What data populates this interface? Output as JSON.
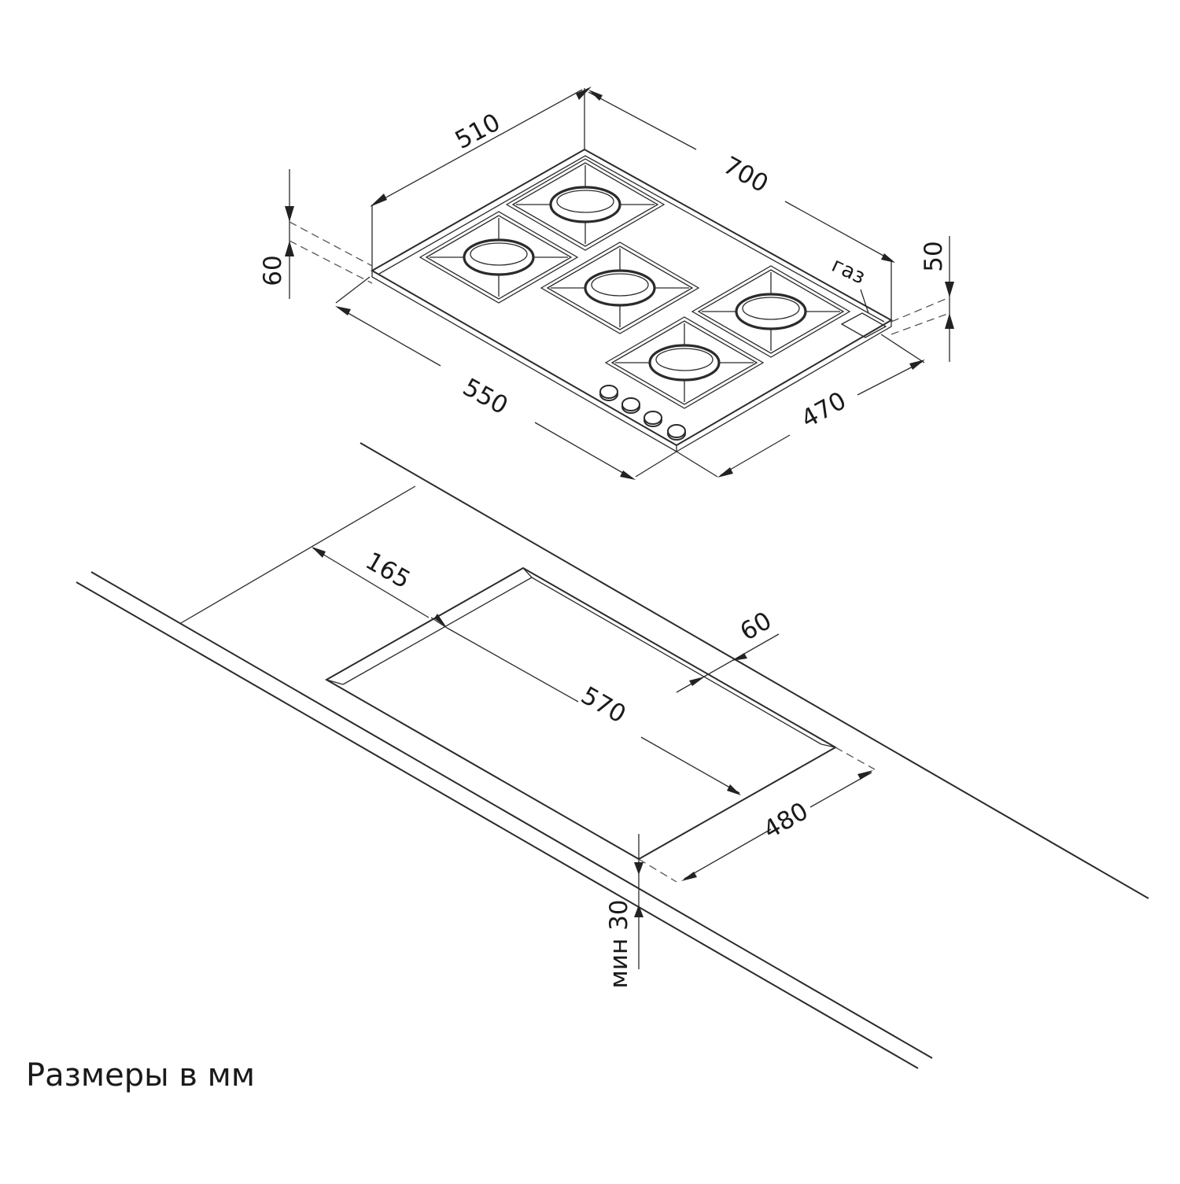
{
  "hob": {
    "label_gas": "газ",
    "dims": {
      "depth_top": "510",
      "width_top": "700",
      "height_left": "60",
      "height_right": "50",
      "width_bottom": "550",
      "depth_bottom": "470"
    },
    "burners": 5,
    "knobs": 4
  },
  "countertop": {
    "dims": {
      "rear_offset": "165",
      "front_margin": "60",
      "cutout_width": "570",
      "cutout_depth": "480",
      "min_thickness": "мин 30"
    }
  },
  "caption": "Размеры в мм",
  "colors": {
    "line": "#2b2b2b",
    "text": "#1a1a1a",
    "background": "#ffffff"
  }
}
